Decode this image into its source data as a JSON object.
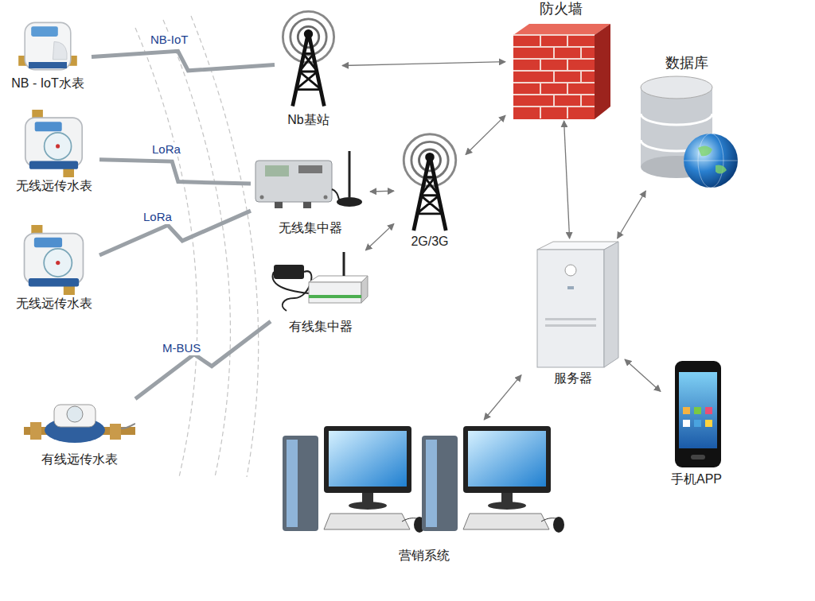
{
  "diagram": {
    "nodes": [
      {
        "text": [
          "NB - IoT水表"
        ]
      },
      {
        "text": [
          "Nb基站"
        ]
      },
      {
        "text": [
          "防火墙"
        ]
      },
      {
        "text": [
          "数据库"
        ]
      },
      {
        "text": [
          "无线远传水表"
        ]
      },
      {
        "text": [
          "无线集中器"
        ]
      },
      {
        "text": [
          "2G/3G"
        ]
      },
      {
        "text": [
          "无线远传水表"
        ]
      },
      {
        "text": [
          "服务器"
        ]
      },
      {
        "text": [
          "有线集中器"
        ]
      },
      {
        "text": [
          "有线远传水表"
        ]
      },
      {
        "text": [
          "手机APP"
        ]
      },
      {
        "text": [
          "营销系统"
        ]
      }
    ],
    "edges": [
      {
        "from": 0,
        "to": 1,
        "label": "NB-IoT",
        "arrow": "none"
      },
      {
        "from": 4,
        "to": 5,
        "label": "LoRa",
        "arrow": "none"
      },
      {
        "from": 7,
        "to": 5,
        "label": "LoRa",
        "arrow": "none"
      },
      {
        "from": 10,
        "to": 9,
        "label": "M-BUS",
        "arrow": "none"
      },
      {
        "from": 1,
        "to": 2,
        "arrow": "both"
      },
      {
        "from": 5,
        "to": 6,
        "arrow": "both"
      },
      {
        "from": 9,
        "to": 6,
        "arrow": "both"
      },
      {
        "from": 6,
        "to": 2,
        "arrow": "both"
      },
      {
        "from": 2,
        "to": 8,
        "arrow": "both"
      },
      {
        "from": 3,
        "to": 8,
        "arrow": "both"
      },
      {
        "from": 8,
        "to": 12,
        "arrow": "both"
      },
      {
        "from": 8,
        "to": 11,
        "arrow": "both"
      }
    ]
  }
}
